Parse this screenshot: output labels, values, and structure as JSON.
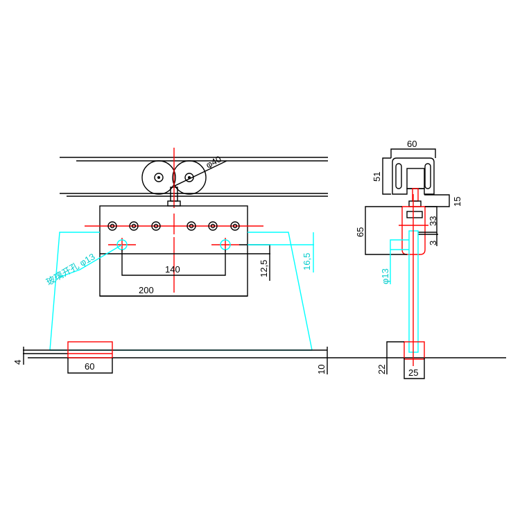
{
  "front_view": {
    "wheel_dia": "φ40",
    "hole_spacing": "140",
    "plate_width": "200",
    "hole_offset": "12,5",
    "glass_offset": "16,5",
    "glass_hole_label": "玻璃开孔 φ13",
    "floor_gap": "4",
    "guide_width": "60",
    "bottom_gap": "10"
  },
  "side_view": {
    "track_width": "60",
    "track_height": "51",
    "stem_height": "15",
    "clamp_height": "65",
    "hole_depth": "33",
    "hole_gap": "3",
    "glass_hole": "φ13",
    "guide_height": "22",
    "guide_width": "25"
  },
  "colors": {
    "outline": "#000000",
    "center": "#ff0000",
    "glass": "#00ffff"
  }
}
